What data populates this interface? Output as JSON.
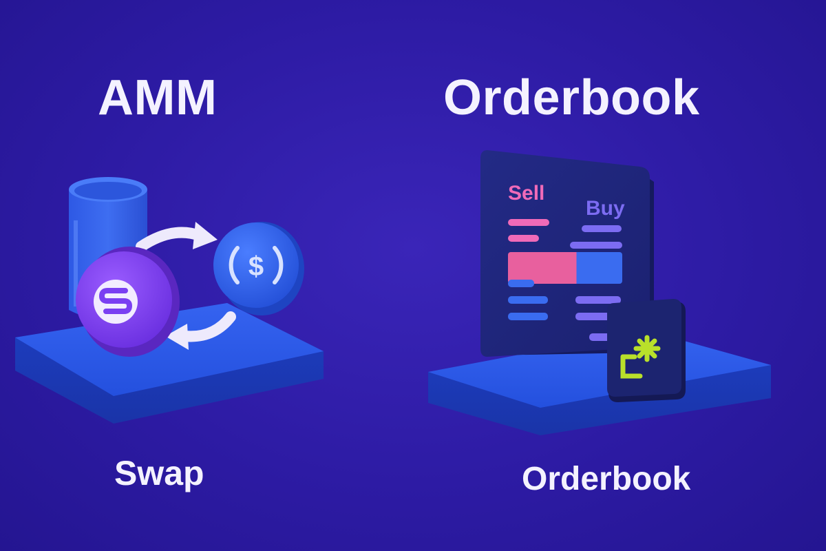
{
  "amm": {
    "heading": "AMM",
    "caption": "Swap",
    "colors": {
      "platform": "#2a57e6",
      "purple_coin": "#7a3ff2",
      "blue_coin": "#2f62e8"
    },
    "icons": [
      "cup-icon",
      "swap-arrows-icon",
      "purple-token-icon",
      "dollar-coin-icon"
    ]
  },
  "orderbook": {
    "heading": "Orderbook",
    "caption": "Orderbook",
    "book": {
      "sell_label": "Sell",
      "buy_label": "Buy"
    },
    "colors": {
      "sell": "#f06ab8",
      "buy": "#7c6cf2",
      "bid_bar": "#3a6cf0",
      "badge_icon": "#b9e02a",
      "platform": "#2a57e6"
    },
    "icons": [
      "orderbook-panel-icon",
      "asterisk-badge-icon"
    ]
  }
}
